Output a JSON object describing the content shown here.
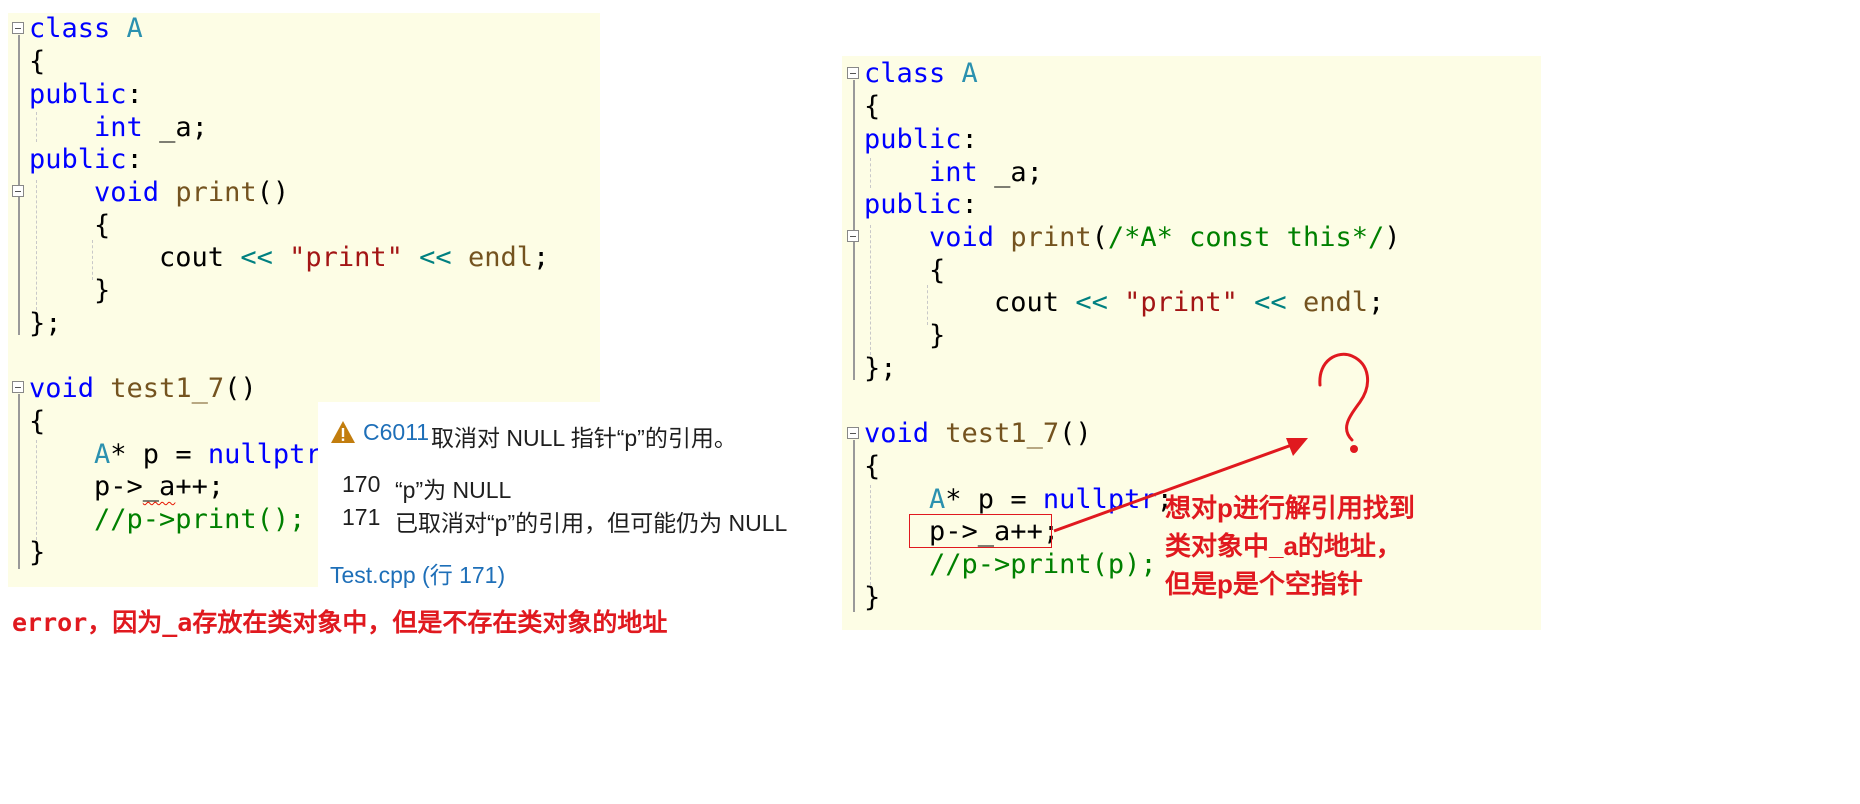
{
  "left_panel": {
    "lines": [
      [
        "class",
        " ",
        "A"
      ],
      [
        "{"
      ],
      [
        "public",
        ":"
      ],
      [
        "    ",
        "int",
        " _a;"
      ],
      [
        "public",
        ":"
      ],
      [
        "    ",
        "void",
        " ",
        "print",
        "()"
      ],
      [
        "    {"
      ],
      [
        "        cout ",
        "<<",
        " ",
        "\"print\"",
        " ",
        "<<",
        " ",
        "endl",
        ";"
      ],
      [
        "    }"
      ],
      [
        "};"
      ],
      [
        ""
      ],
      [
        "void",
        " ",
        "test1_7",
        "()"
      ],
      [
        "{"
      ],
      [
        "    ",
        "A",
        "* p = ",
        "nullptr",
        ";"
      ],
      [
        "    p->",
        "_a",
        "++;"
      ],
      [
        "    ",
        "//p->print();"
      ],
      [
        "}"
      ]
    ]
  },
  "warning_popup": {
    "icon": "warning-triangle-icon",
    "code": "C6011",
    "message": "取消对 NULL 指针“p”的引用。",
    "steps": [
      {
        "line": "170",
        "text": "“p”为 NULL"
      },
      {
        "line": "171",
        "text": "已取消对“p”的引用，但可能仍为 NULL"
      }
    ],
    "location_link": "Test.cpp (行 171)"
  },
  "left_caption": "error，因为_a存放在类对象中，但是不存在类对象的地址",
  "right_panel": {
    "lines": [
      [
        "class",
        " ",
        "A"
      ],
      [
        "{"
      ],
      [
        "public",
        ":"
      ],
      [
        "    ",
        "int",
        " _a;"
      ],
      [
        "public",
        ":"
      ],
      [
        "    ",
        "void",
        " ",
        "print",
        "(",
        "/*A* const this*/",
        ")"
      ],
      [
        "    {"
      ],
      [
        "        cout ",
        "<<",
        " ",
        "\"print\"",
        " ",
        "<<",
        " ",
        "endl",
        ";"
      ],
      [
        "    }"
      ],
      [
        "};"
      ],
      [
        ""
      ],
      [
        "void",
        " ",
        "test1_7",
        "()"
      ],
      [
        "{"
      ],
      [
        "    ",
        "A",
        "* p = ",
        "nullptr",
        ";"
      ],
      [
        "    ",
        "p->_a++;"
      ],
      [
        "    ",
        "//p->print(p);"
      ],
      [
        "}"
      ]
    ]
  },
  "right_annotation": {
    "lines": [
      "想对p进行解引用找到",
      "类对象中_a的地址，",
      "但是p是个空指针"
    ],
    "symbol": "?"
  },
  "colors": {
    "editor_bg": "#fdfde5",
    "keyword": "#0000ff",
    "type": "#2b91af",
    "function": "#74531f",
    "string": "#a31515",
    "operator": "#008080",
    "comment": "#008000",
    "annotation_red": "#e0191f",
    "link_blue": "#1e6fb8"
  }
}
